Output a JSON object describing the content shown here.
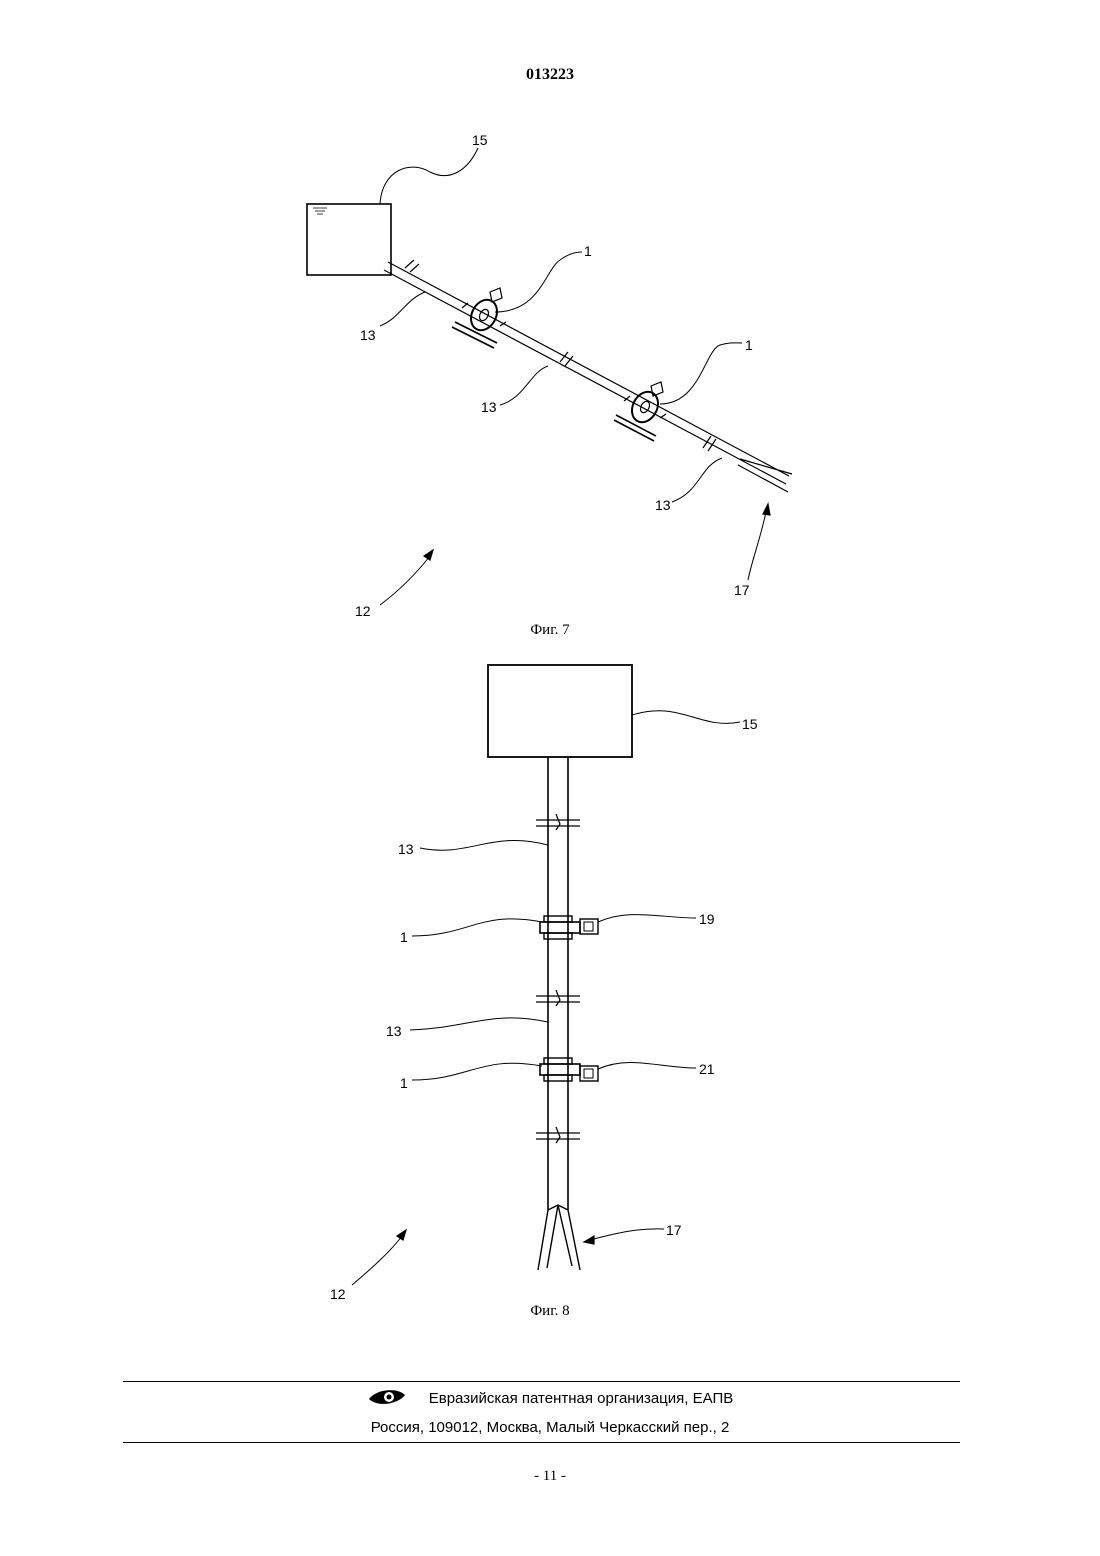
{
  "header": {
    "doc_number": "013223"
  },
  "figure7": {
    "caption": "Фиг. 7",
    "labels": {
      "box": "15",
      "device_a": "1",
      "device_b": "1",
      "pipe_a": "13",
      "pipe_b": "13",
      "pipe_c": "13",
      "arrow_assembly": "12",
      "arrow_end": "17"
    }
  },
  "figure8": {
    "caption": "Фиг. 8",
    "labels": {
      "box": "15",
      "pipe_a": "13",
      "pipe_b": "13",
      "device_a": "1",
      "device_b": "1",
      "sensor_a": "19",
      "sensor_b": "21",
      "arrow_end": "17",
      "arrow_assembly": "12"
    }
  },
  "footer": {
    "organization": "Евразийская патентная организация, ЕАПВ",
    "address": "Россия, 109012, Москва, Малый Черкасский пер., 2",
    "page_number": "- 11 -",
    "logo_icon": "eapo-eye-logo-icon"
  }
}
